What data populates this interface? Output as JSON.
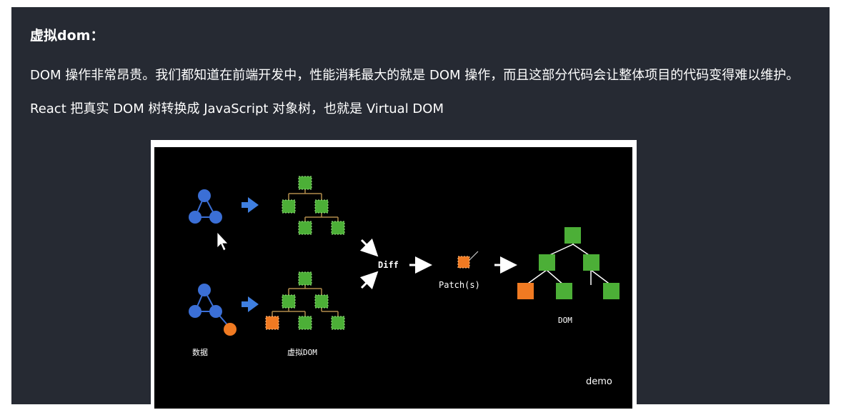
{
  "heading": "虚拟dom：",
  "paragraph": "DOM 操作非常昂贵。我们都知道在前端开发中，性能消耗最大的就是 DOM 操作，而且这部分代码会让整体项目的代码变得难以维护。React 把真实 DOM 树转换成 JavaScript 对象树，也就是 Virtual DOM",
  "diagram": {
    "label_data": "数据",
    "label_vdom": "虚拟DOM",
    "label_diff": "Diff",
    "label_patch": "Patch(s)",
    "label_dom": "DOM",
    "label_demo": "demo"
  },
  "colors": {
    "panel_bg": "#262a33",
    "node_blue": "#3b6fd6",
    "node_green": "#4caf37",
    "node_orange": "#f07a22",
    "arrow_blue": "#3f7fe0"
  }
}
